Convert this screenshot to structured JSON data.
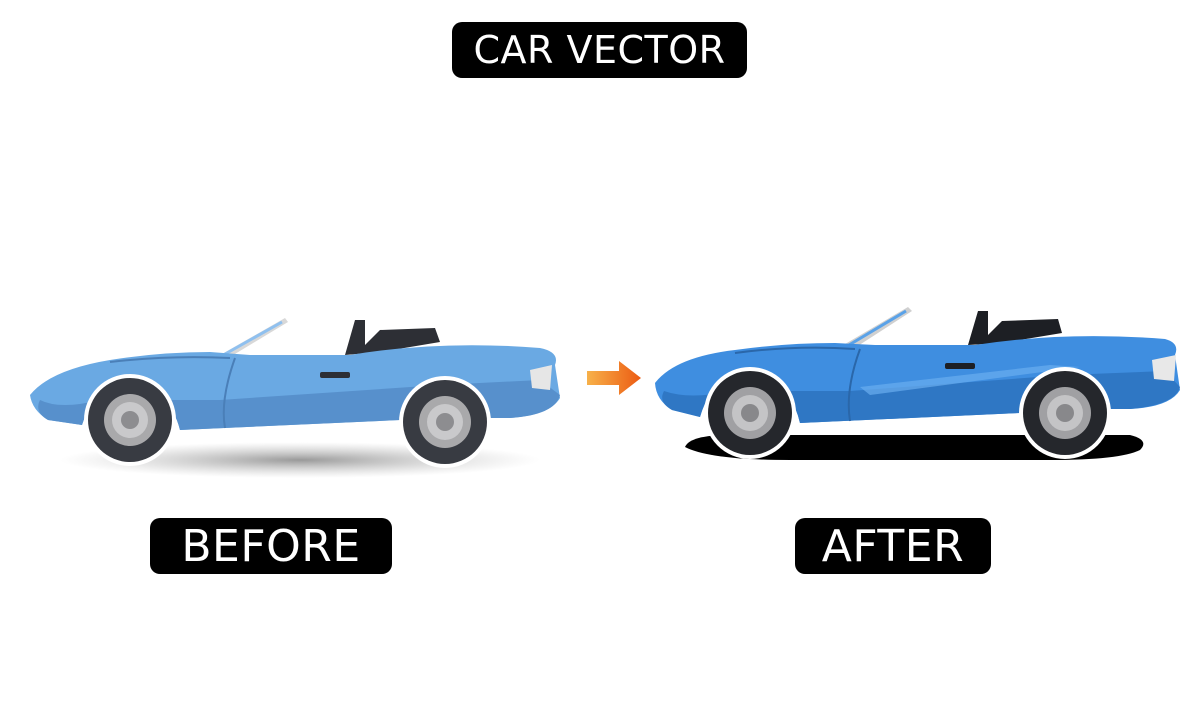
{
  "title": "CAR VECTOR",
  "labels": {
    "before": "BEFORE",
    "after": "AFTER"
  },
  "images": {
    "before_car": "blue-convertible-car-icon",
    "after_car": "blue-convertible-car-icon",
    "arrow": "arrow-right-icon"
  },
  "colors": {
    "pill_background": "#000000",
    "pill_text": "#ffffff",
    "car_before_body": "#6aa9e3",
    "car_after_body": "#3f8ee0",
    "arrow": "#f07a1a"
  }
}
